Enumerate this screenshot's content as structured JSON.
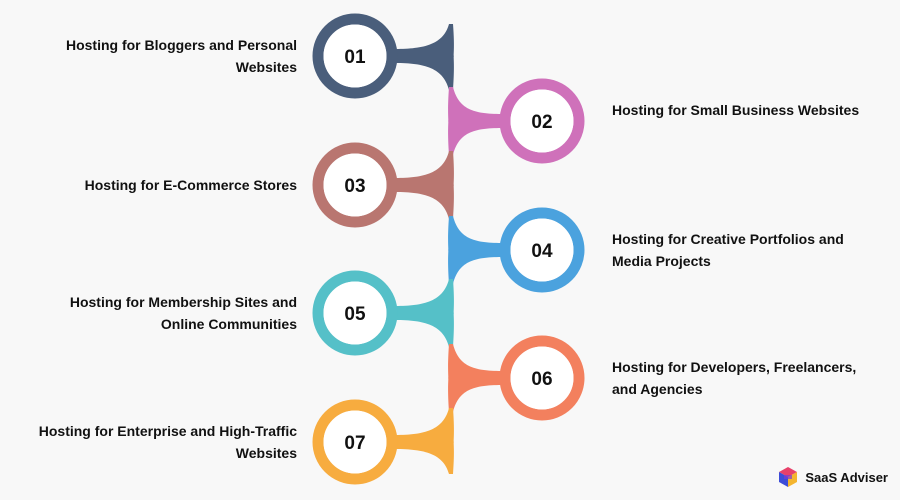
{
  "items": [
    {
      "number": "01",
      "label": "Hosting for Bloggers and Personal Websites",
      "color": "#4a5e7b"
    },
    {
      "number": "02",
      "label": "Hosting for Small Business Websites",
      "color": "#cf71ba"
    },
    {
      "number": "03",
      "label": "Hosting for E-Commerce Stores",
      "color": "#b97670"
    },
    {
      "number": "04",
      "label": "Hosting for Creative Portfolios and Media Projects",
      "color": "#4ba2de"
    },
    {
      "number": "05",
      "label": "Hosting for Membership Sites and Online Communities",
      "color": "#55c0c8"
    },
    {
      "number": "06",
      "label": "Hosting for Developers, Freelancers, and Agencies",
      "color": "#f3805e"
    },
    {
      "number": "07",
      "label": "Hosting for Enterprise and High-Traffic Websites",
      "color": "#f7ac3f"
    }
  ],
  "brand": {
    "name": "SaaS Adviser",
    "logo_icon": "saas-adviser-logo-icon"
  }
}
